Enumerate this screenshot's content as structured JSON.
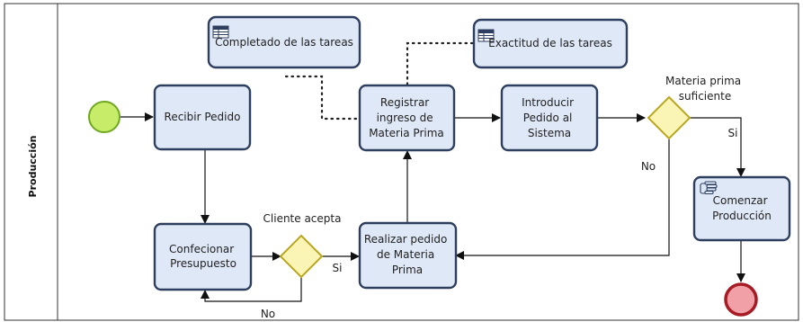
{
  "lane": {
    "label": "Producción"
  },
  "tasks": {
    "recibir": "Recibir Pedido",
    "confeccionar": [
      "Confecionar",
      "Presupuesto"
    ],
    "registrar": [
      "Registrar",
      "ingreso de",
      "Materia Prima"
    ],
    "introducir": [
      "Introducir",
      "Pedido al",
      "Sistema"
    ],
    "realizar": [
      "Realizar pedido",
      "de Materia",
      "Prima"
    ],
    "comenzar": [
      "Comenzar",
      "Producción"
    ]
  },
  "data_objects": {
    "completado": "Completado de las tareas",
    "exactitud": "Exactitud de las tareas"
  },
  "gateways": {
    "cliente": {
      "label": "Cliente acepta",
      "yes": "Si",
      "no": "No"
    },
    "materia": {
      "label": [
        "Materia prima",
        "suficiente"
      ],
      "yes": "Si",
      "no": "No"
    }
  },
  "colors": {
    "task_fill": "#dfe8f7",
    "task_stroke": "#2d3e5f",
    "gateway_fill": "#fbf5b5",
    "gateway_stroke": "#b9a621",
    "start_fill": "#c6ec6a",
    "start_stroke": "#6fa820",
    "end_fill": "#f0a0a6",
    "end_stroke": "#a61b24"
  }
}
